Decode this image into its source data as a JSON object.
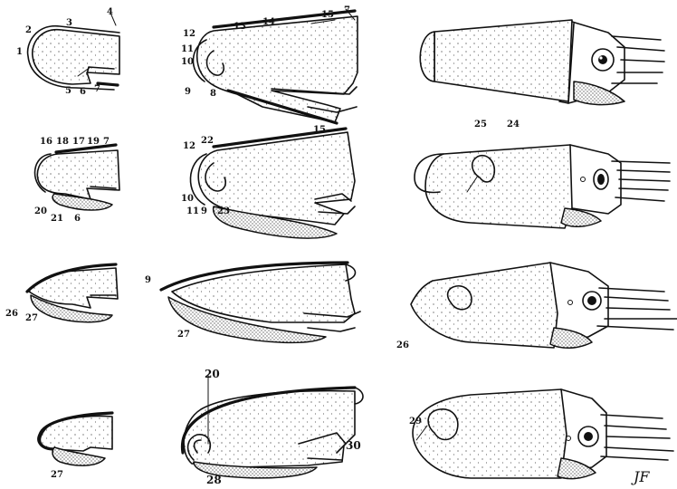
{
  "labels": {
    "r1c1": [
      "1",
      "2",
      "3",
      "4",
      "5",
      "6",
      "7"
    ],
    "r1c2": [
      "12",
      "13",
      "14",
      "15",
      "7",
      "11",
      "10",
      "9",
      "8"
    ],
    "r2c1": [
      "16",
      "18",
      "17",
      "19",
      "7",
      "20",
      "21",
      "6"
    ],
    "r2c2": [
      "12",
      "22",
      "15",
      "10",
      "11",
      "9",
      "23"
    ],
    "r2c3": [
      "25",
      "24"
    ],
    "r3c1": [
      "26",
      "27"
    ],
    "r3c2": [
      "9",
      "27"
    ],
    "r3c3": [
      "26"
    ],
    "r4c1": [
      "27"
    ],
    "r4c2": [
      "20",
      "30",
      "28"
    ],
    "r4c3": [
      "29"
    ]
  },
  "signature": "JF"
}
